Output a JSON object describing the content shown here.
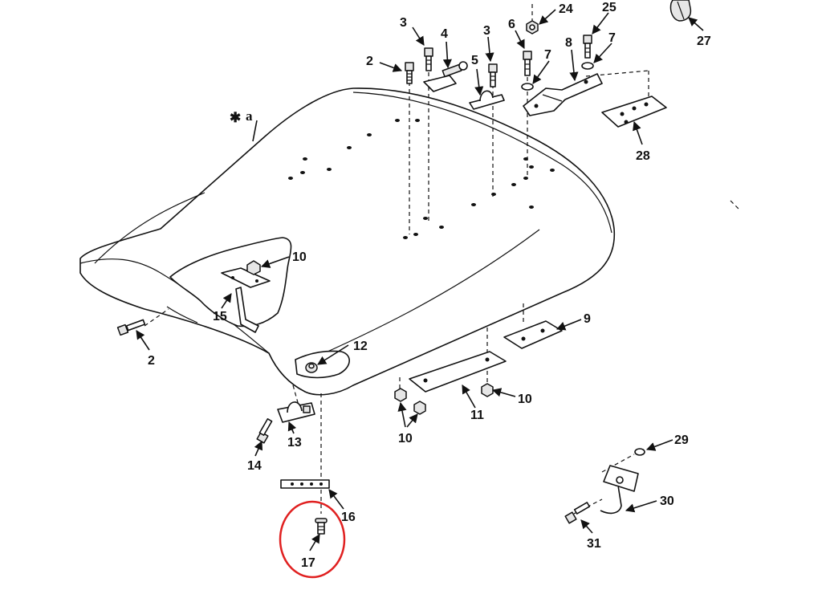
{
  "diagram": {
    "reference_note": {
      "symbol": "✱",
      "letter": "a"
    },
    "callouts": [
      {
        "id": "c2a",
        "label": "2"
      },
      {
        "id": "c3a",
        "label": "3"
      },
      {
        "id": "c4",
        "label": "4"
      },
      {
        "id": "c3b",
        "label": "3"
      },
      {
        "id": "c5",
        "label": "5"
      },
      {
        "id": "c6",
        "label": "6"
      },
      {
        "id": "c7a",
        "label": "7"
      },
      {
        "id": "c24",
        "label": "24"
      },
      {
        "id": "c25",
        "label": "25"
      },
      {
        "id": "c8",
        "label": "8"
      },
      {
        "id": "c7b",
        "label": "7"
      },
      {
        "id": "c27",
        "label": "27"
      },
      {
        "id": "c28",
        "label": "28"
      },
      {
        "id": "c10a",
        "label": "10"
      },
      {
        "id": "c15",
        "label": "15"
      },
      {
        "id": "c2b",
        "label": "2"
      },
      {
        "id": "c12",
        "label": "12"
      },
      {
        "id": "c9",
        "label": "9"
      },
      {
        "id": "c10b",
        "label": "10"
      },
      {
        "id": "c11",
        "label": "11"
      },
      {
        "id": "c10c",
        "label": "10"
      },
      {
        "id": "c13",
        "label": "13"
      },
      {
        "id": "c14",
        "label": "14"
      },
      {
        "id": "c16",
        "label": "16"
      },
      {
        "id": "c17",
        "label": "17"
      },
      {
        "id": "c29",
        "label": "29"
      },
      {
        "id": "c30",
        "label": "30"
      },
      {
        "id": "c31",
        "label": "31"
      }
    ],
    "highlight": {
      "callout": "17",
      "color": "#e02020"
    },
    "colors": {
      "ink": "#111111",
      "paper": "#ffffff",
      "highlight": "#e02020"
    }
  }
}
